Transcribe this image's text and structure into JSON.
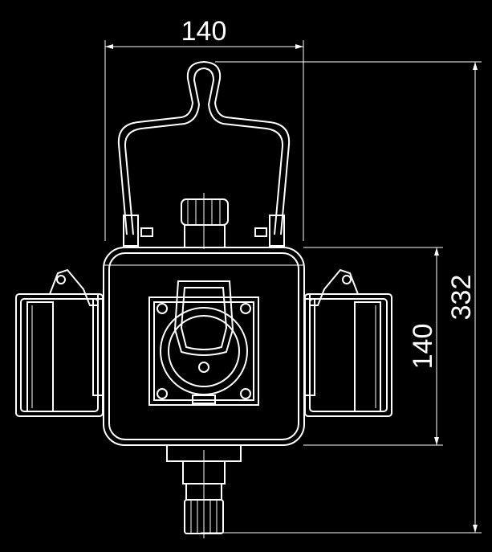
{
  "dimensions": {
    "width_top": "140",
    "height_total": "332",
    "height_body": "140"
  },
  "colors": {
    "background": "#000000",
    "line": "#ffffff"
  }
}
